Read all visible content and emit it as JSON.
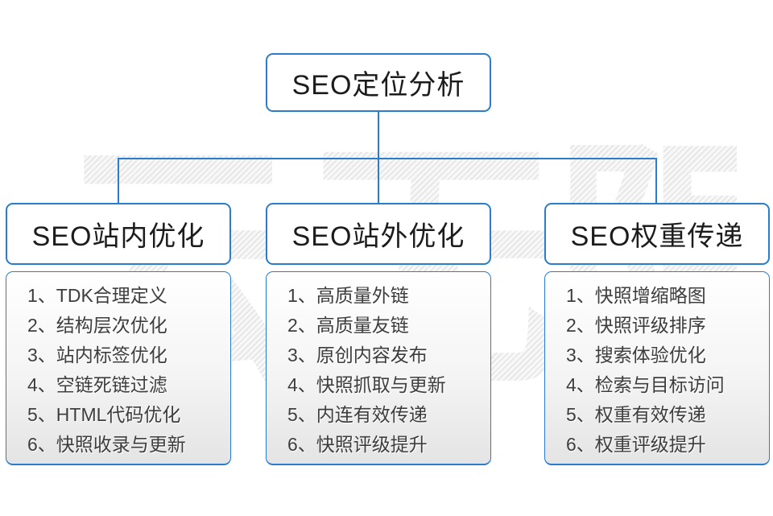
{
  "accent": "#2a7dcb",
  "watermark": {
    "text": "云无限"
  },
  "root": {
    "title": "SEO定位分析"
  },
  "columns": [
    {
      "title": "SEO站内优化",
      "items": [
        "1、TDK合理定义",
        "2、结构层次优化",
        "3、站内标签优化",
        "4、空链死链过滤",
        "5、HTML代码优化",
        "6、快照收录与更新"
      ]
    },
    {
      "title": "SEO站外优化",
      "items": [
        "1、高质量外链",
        "2、高质量友链",
        "3、原创内容发布",
        "4、快照抓取与更新",
        "5、内连有效传递",
        "6、快照评级提升"
      ]
    },
    {
      "title": "SEO权重传递",
      "items": [
        "1、快照增缩略图",
        "2、快照评级排序",
        "3、搜索体验优化",
        "4、检索与目标访问",
        "5、权重有效传递",
        "6、权重评级提升"
      ]
    }
  ]
}
